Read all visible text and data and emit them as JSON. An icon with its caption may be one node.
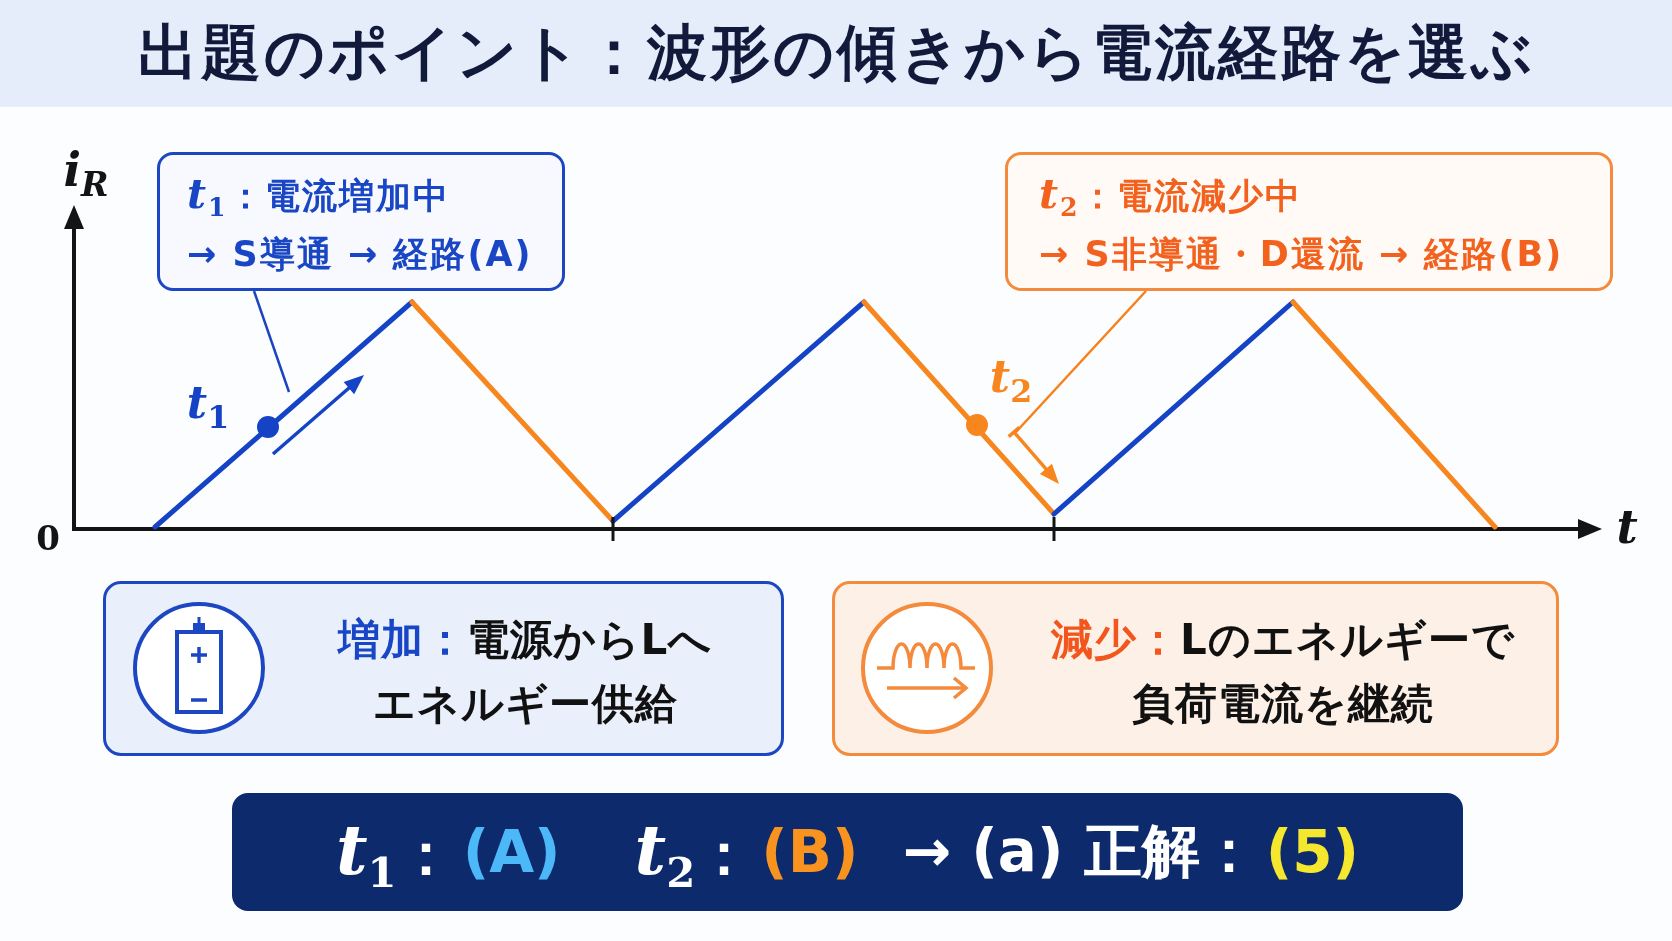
{
  "diagram": {
    "title": "出題のポイント：波形の傾きから電流経路を選ぶ",
    "nodes": [
      {
        "text": [
          "*t*$_{1}$：電流増加中",
          "→ S導通 → 経路(A)"
        ]
      },
      {
        "text": [
          "*t*$_{2}$：電流減少中",
          "→ S非導通・D還流 → 経路(B)"
        ]
      },
      {
        "text": [
          "増加：",
          "電源からLへエネルギー供給"
        ]
      },
      {
        "text": [
          "減少：",
          "Lのエネルギーで負荷電流を継続"
        ]
      },
      {
        "text": [
          "*t*$_{1}$：",
          "(A)",
          "*t*$_{2}$：",
          "(B)",
          "→ (a) 正解：",
          "(5)"
        ]
      }
    ],
    "edges": [
      {
        "from": 0,
        "to": null,
        "arrow": "none",
        "color": "#1a44c0"
      },
      {
        "from": 1,
        "to": null,
        "arrow": "none",
        "color": "#f7801a"
      }
    ],
    "labels": [
      "*i*$_{R}$",
      "*t*$_{2}$",
      "*t*$_{1}$",
      "0",
      "*t*"
    ]
  }
}
